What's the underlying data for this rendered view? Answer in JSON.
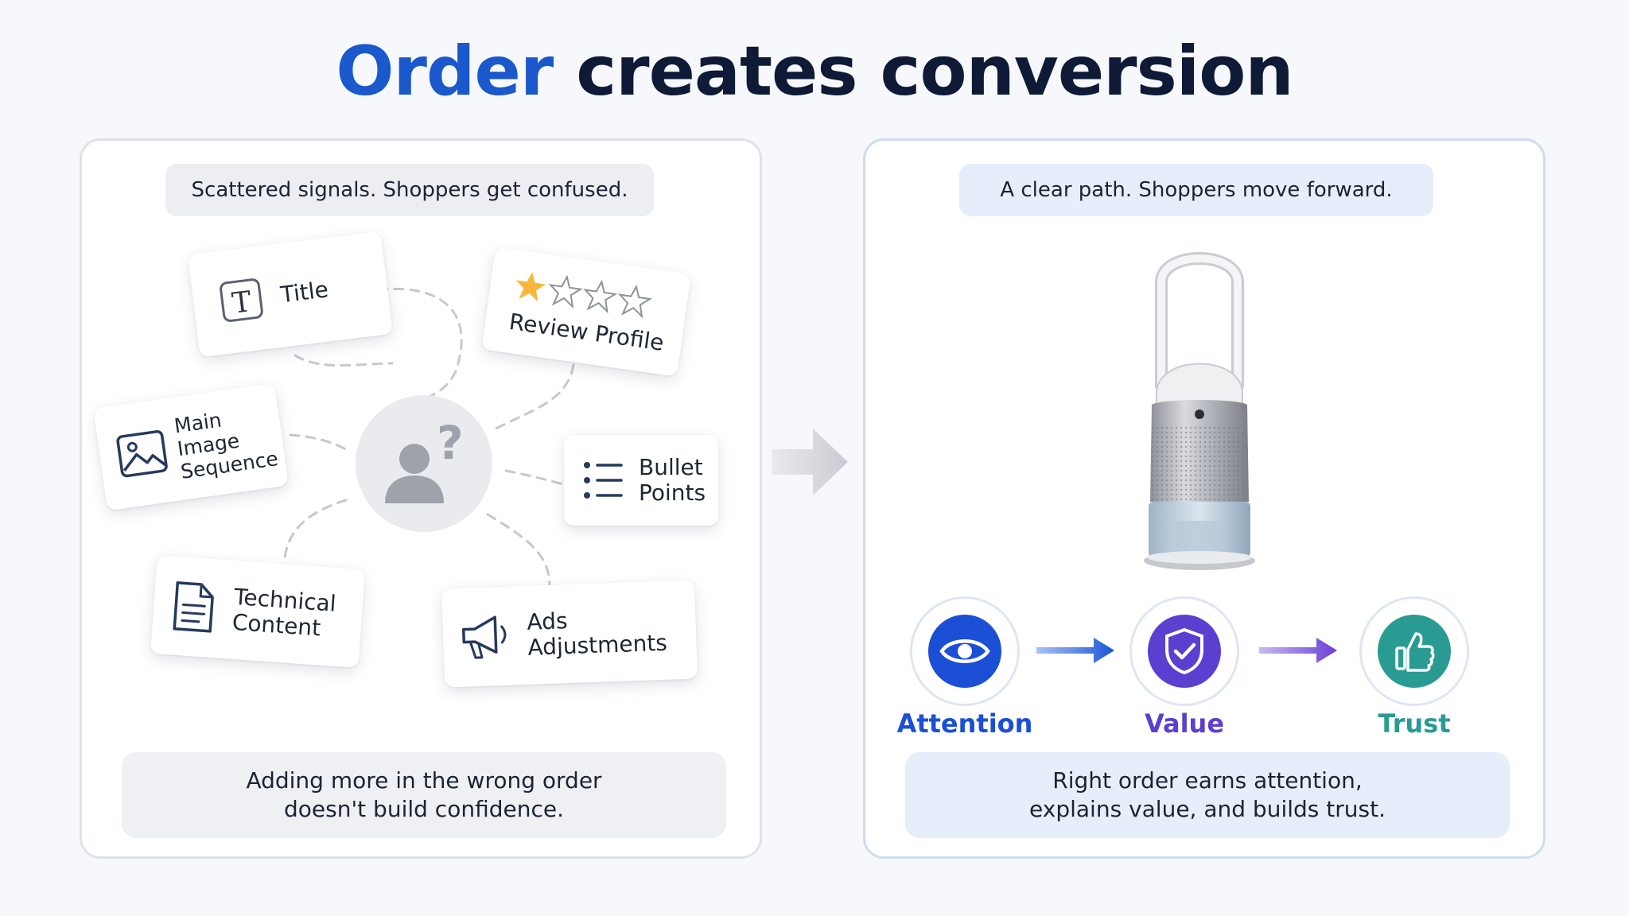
{
  "title": {
    "accent": "Order",
    "rest": "creates conversion"
  },
  "left_panel": {
    "header": "Scattered signals. Shoppers get confused.",
    "cards": {
      "title": "Title",
      "review": "Review Profile",
      "main_image": [
        "Main",
        "Image",
        "Sequence"
      ],
      "bullets": [
        "Bullet",
        "Points"
      ],
      "technical": [
        "Technical",
        "Content"
      ],
      "ads": [
        "Ads",
        "Adjustments"
      ]
    },
    "footer": [
      "Adding more in the wrong order",
      "doesn't build confidence."
    ]
  },
  "right_panel": {
    "header": "A clear path. Shoppers move forward.",
    "steps": [
      {
        "label": "Attention",
        "color": "#1b4fd6",
        "icon": "eye-icon"
      },
      {
        "label": "Value",
        "color": "#5b3fd0",
        "icon": "shield-check-icon"
      },
      {
        "label": "Trust",
        "color": "#2a9b93",
        "icon": "thumbs-up-icon"
      }
    ],
    "footer": [
      "Right order earns attention,",
      "explains value, and builds trust."
    ]
  },
  "icons": [
    "text-t-icon",
    "star-rating-icon",
    "image-icon",
    "list-icon",
    "document-icon",
    "megaphone-icon",
    "confused-shopper-icon",
    "arrow-right-icon",
    "air-purifier-product"
  ]
}
